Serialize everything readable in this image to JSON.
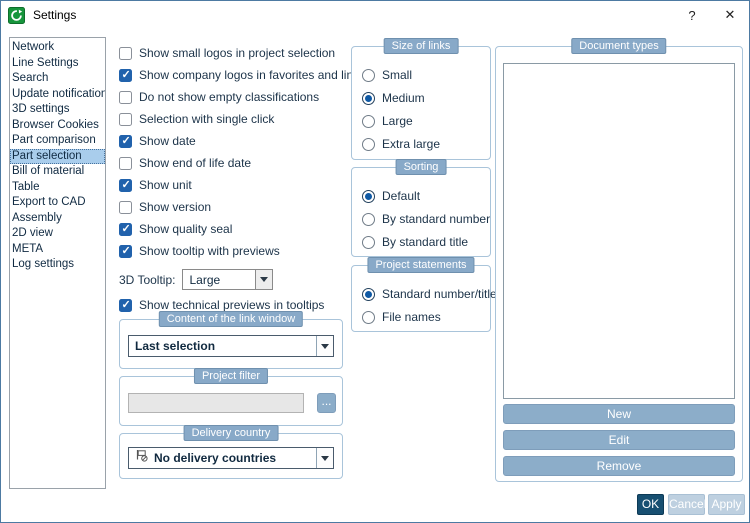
{
  "window": {
    "title": "Settings",
    "help": "?",
    "close": "✕"
  },
  "sidebar": {
    "items": [
      {
        "label": "Network",
        "selected": false
      },
      {
        "label": "Line Settings",
        "selected": false
      },
      {
        "label": "Search",
        "selected": false
      },
      {
        "label": "Update notification",
        "selected": false
      },
      {
        "label": "3D settings",
        "selected": false
      },
      {
        "label": "Browser Cookies",
        "selected": false
      },
      {
        "label": "Part comparison",
        "selected": false
      },
      {
        "label": "Part selection",
        "selected": true
      },
      {
        "label": "Bill of material",
        "selected": false
      },
      {
        "label": "Table",
        "selected": false
      },
      {
        "label": "Export to CAD",
        "selected": false
      },
      {
        "label": "Assembly",
        "selected": false
      },
      {
        "label": "2D view",
        "selected": false
      },
      {
        "label": "META",
        "selected": false
      },
      {
        "label": "Log settings",
        "selected": false
      }
    ]
  },
  "options": {
    "checkboxes": [
      {
        "label": "Show small logos in project selection",
        "checked": false
      },
      {
        "label": "Show company logos in favorites and links",
        "checked": true
      },
      {
        "label": "Do not show empty classifications",
        "checked": false
      },
      {
        "label": "Selection with single click",
        "checked": false
      },
      {
        "label": "Show date",
        "checked": true
      },
      {
        "label": "Show end of life date",
        "checked": false
      },
      {
        "label": "Show unit",
        "checked": true
      },
      {
        "label": "Show version",
        "checked": false
      },
      {
        "label": "Show quality seal",
        "checked": true
      },
      {
        "label": "Show tooltip with previews",
        "checked": true
      }
    ]
  },
  "tooltip_3d": {
    "label": "3D Tooltip:",
    "value": "Large"
  },
  "technical_previews": {
    "label": "Show technical previews in tooltips",
    "checked": true
  },
  "link_window": {
    "title": "Content of the link window",
    "selected_value": "Last selection"
  },
  "project_filter": {
    "title": "Project filter",
    "value": "",
    "browse": "..."
  },
  "delivery_country": {
    "title": "Delivery country",
    "selected_value": "No delivery countries"
  },
  "size_of_links": {
    "title": "Size of links",
    "options": [
      {
        "label": "Small",
        "selected": false
      },
      {
        "label": "Medium",
        "selected": true
      },
      {
        "label": "Large",
        "selected": false
      },
      {
        "label": "Extra large",
        "selected": false
      }
    ]
  },
  "sorting": {
    "title": "Sorting",
    "options": [
      {
        "label": "Default",
        "selected": true
      },
      {
        "label": "By standard number",
        "selected": false
      },
      {
        "label": "By standard title",
        "selected": false
      }
    ]
  },
  "project_statements": {
    "title": "Project statements",
    "options": [
      {
        "label": "Standard number/title",
        "selected": true
      },
      {
        "label": "File names",
        "selected": false
      }
    ]
  },
  "document_types": {
    "title": "Document types",
    "items": [],
    "new_label": "New",
    "edit_label": "Edit",
    "remove_label": "Remove"
  },
  "footer": {
    "ok": "OK",
    "cancel": "Cancel",
    "apply": "Apply"
  },
  "colors": {
    "group_header": "#88a9c8",
    "checked_blue": "#2162ac",
    "radio_blue": "#0f59a4",
    "steel_button": "#8cadc9",
    "ok_button": "#174f71",
    "sidebar_selected": "#a9cdec",
    "app_icon_green": "#17953c"
  }
}
